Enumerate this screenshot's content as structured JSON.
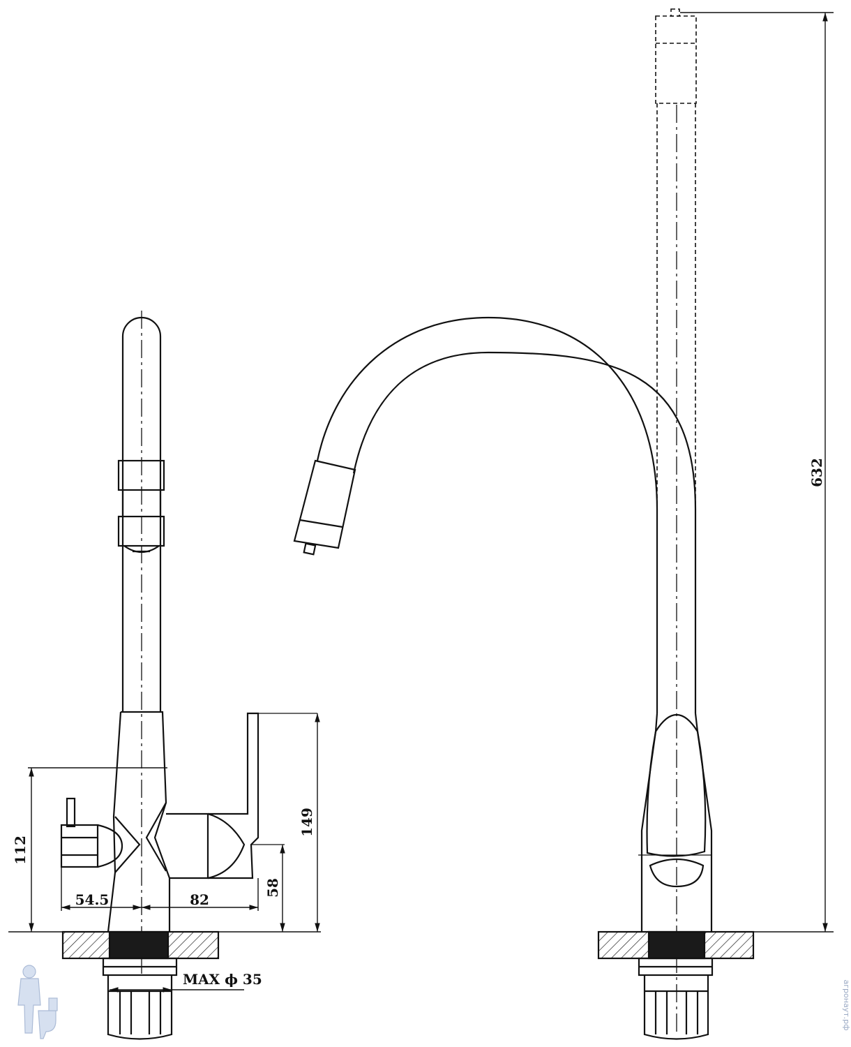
{
  "dimensions": {
    "base_to_handle_height": "149",
    "body_height": "112",
    "lever_axis_height": "58",
    "total_height": "632",
    "offset_left": "54.5",
    "offset_right": "82",
    "max_hole_diameter": "MAX ϕ 35"
  },
  "watermark": {
    "text": "агронаут.рф"
  },
  "colors": {
    "line": "#111111",
    "hatch": "#222222",
    "gasket": "#1a1a1a",
    "watermark": "#b8c7e0"
  },
  "icons": {
    "watermark_figure": "plumber-with-toilet-icon"
  }
}
